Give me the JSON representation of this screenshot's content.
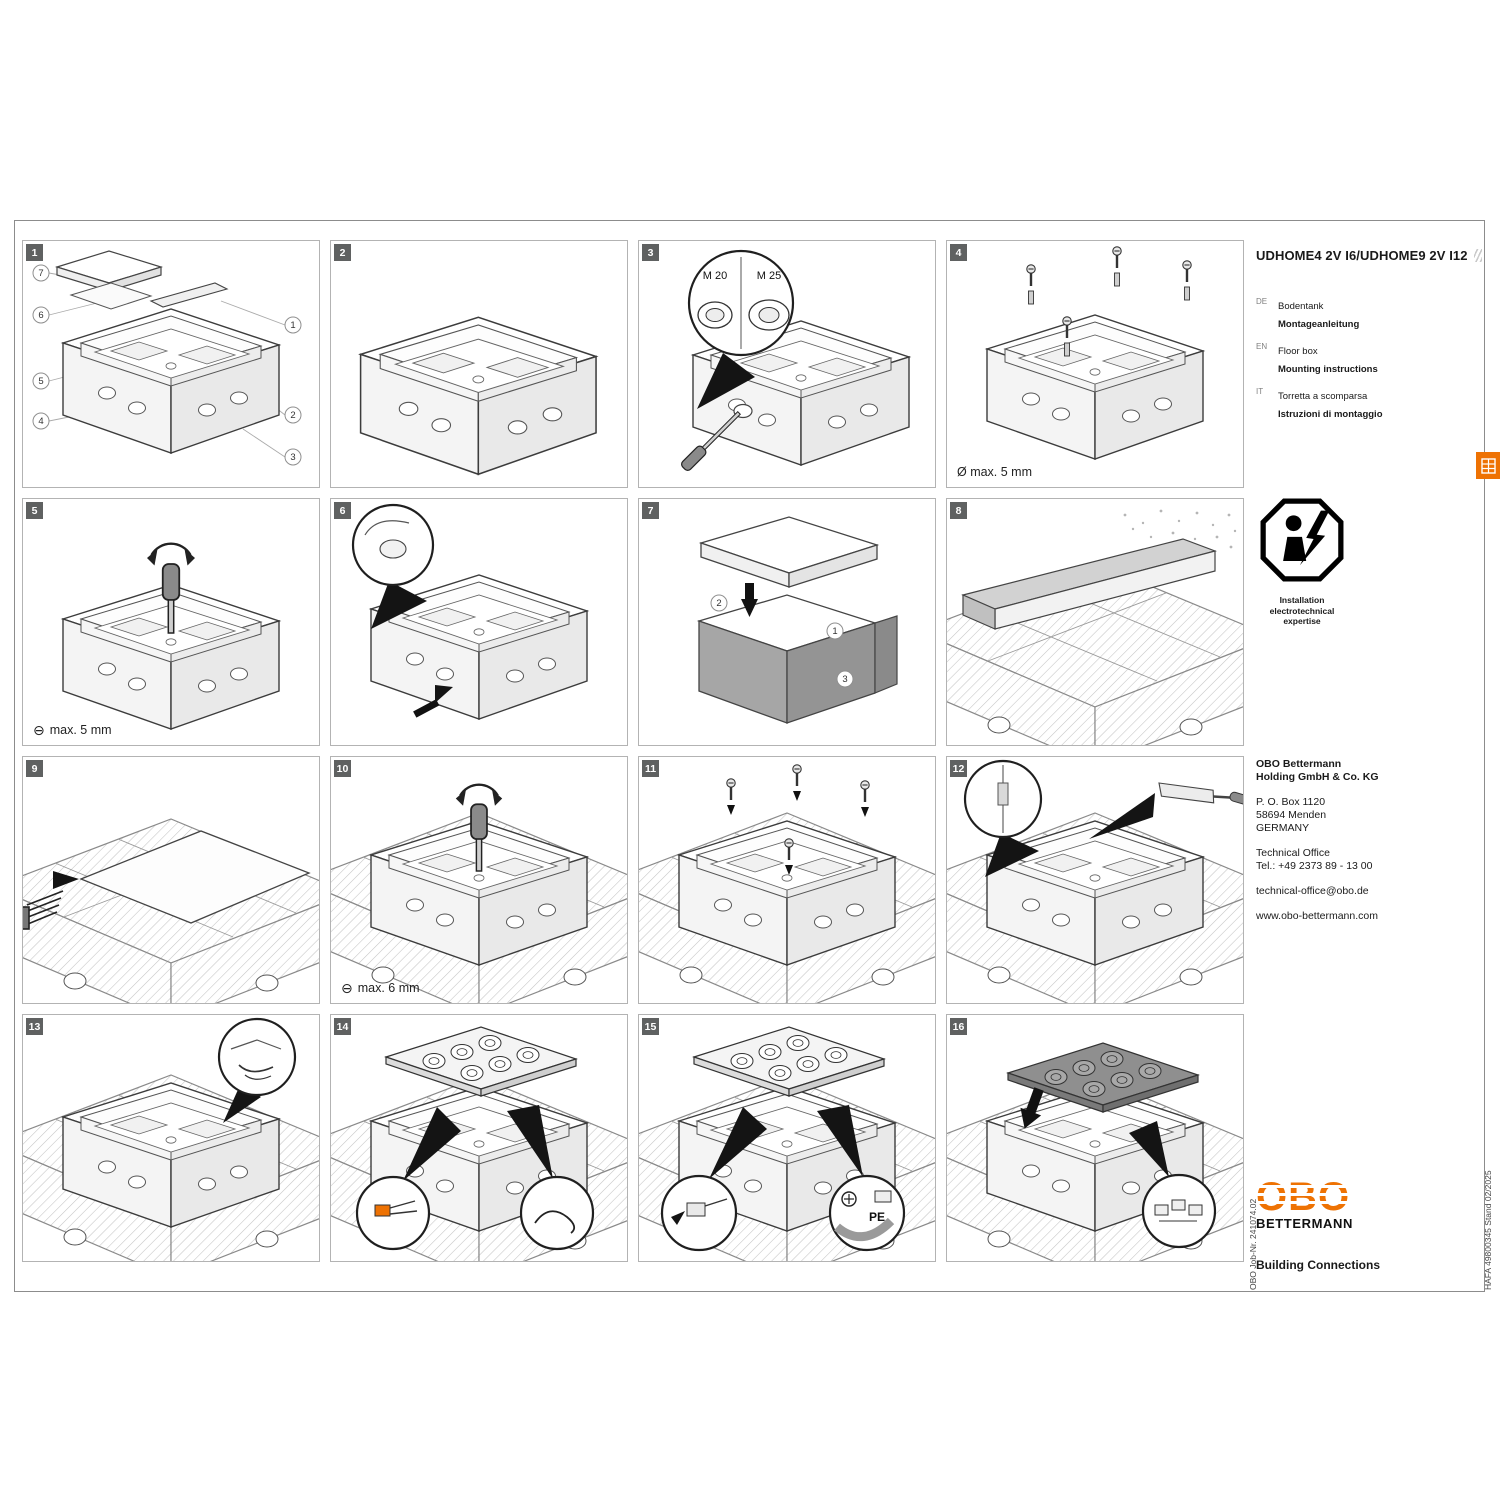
{
  "page": {
    "product_title": "UDHOME4 2V I6/UDHOME9 2V I12",
    "languages": [
      {
        "code": "DE",
        "line1": "Bodentank",
        "line2": "Montageanleitung"
      },
      {
        "code": "EN",
        "line1": "Floor box",
        "line2": "Mounting instructions"
      },
      {
        "code": "IT",
        "line1": "Torretta a scomparsa",
        "line2": "Istruzioni di montaggio"
      }
    ],
    "qualification": {
      "line1": "Installation",
      "line2": "electrotechnical expertise"
    },
    "company": {
      "name_line1": "OBO Bettermann",
      "name_line2": "Holding GmbH & Co. KG",
      "address_line1": "P. O. Box 1120",
      "address_line2": "58694 Menden",
      "address_line3": "GERMANY",
      "office": "Technical Office",
      "phone": "Tel.: +49 2373 89 - 13 00",
      "email": "technical-office@obo.de",
      "website": "www.obo-bettermann.com"
    },
    "logo": {
      "brand": "OBO",
      "sub": "BETTERMANN",
      "tagline": "Building Connections"
    },
    "edge_notes": {
      "left": "OBO Job-Nr. 241074.02",
      "right": "HAFA 49800345 Stand 02/2025"
    }
  },
  "colors": {
    "accent_orange": "#ee7203",
    "badge_gray": "#5f6161",
    "drawing_line": "#3c3c3c"
  },
  "steps": [
    {
      "number": "1",
      "callouts": [
        "7",
        "6",
        "5",
        "4",
        "1",
        "2",
        "3"
      ]
    },
    {
      "number": "2"
    },
    {
      "number": "3",
      "knockout_labels": [
        "M 20",
        "M 25"
      ]
    },
    {
      "number": "4",
      "note": "Ø max. 5 mm"
    },
    {
      "number": "5",
      "note_icon": "⊖",
      "note": "max. 5 mm"
    },
    {
      "number": "6"
    },
    {
      "number": "7",
      "callouts": [
        "2",
        "1",
        "3"
      ]
    },
    {
      "number": "8"
    },
    {
      "number": "9"
    },
    {
      "number": "10",
      "note_icon": "⊖",
      "note": "max. 6 mm"
    },
    {
      "number": "11"
    },
    {
      "number": "12"
    },
    {
      "number": "13"
    },
    {
      "number": "14"
    },
    {
      "number": "15",
      "label_pe": "PE"
    },
    {
      "number": "16"
    }
  ]
}
